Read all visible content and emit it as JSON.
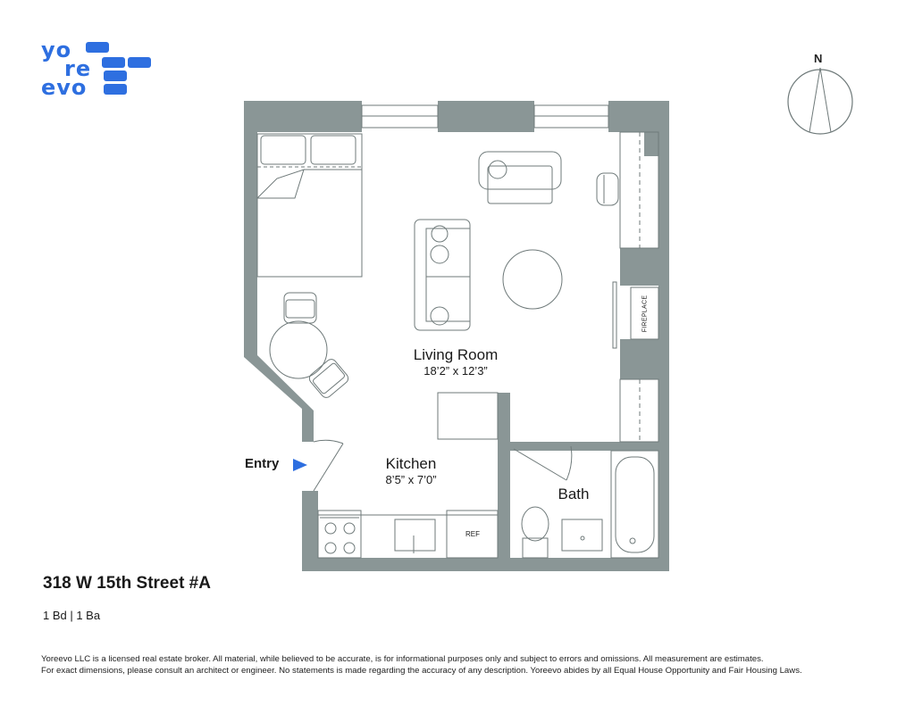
{
  "brand": {
    "logo_lines": [
      "yo",
      "re",
      "evo"
    ],
    "color": "#2e6fe0"
  },
  "compass": {
    "label": "N"
  },
  "rooms": {
    "living": {
      "name": "Living Room",
      "dims": "18’2” x 12’3”"
    },
    "kitchen": {
      "name": "Kitchen",
      "dims": "8’5” x 7’0”"
    },
    "bath": {
      "name": "Bath"
    }
  },
  "fixtures": {
    "fireplace": "FIREPLACE",
    "ref": "REF"
  },
  "entry": {
    "label": "Entry",
    "arrow_color": "#2e6fe0"
  },
  "listing": {
    "address": "318 W 15th Street #A",
    "beds_baths": "1 Bd | 1 Ba"
  },
  "disclaimer": [
    "Yoreevo LLC is a licensed real estate broker. All material, while believed to be accurate, is for informational purposes only and subject to errors and omissions. All measurement are estimates.",
    "For exact dimensions, please consult an architect or engineer. No statements is made regarding the accuracy of any description. Yoreevo abides by all Equal House Opportunity and Fair Housing Laws."
  ],
  "colors": {
    "wall": "#8a9696",
    "line": "#6f7a7a"
  }
}
